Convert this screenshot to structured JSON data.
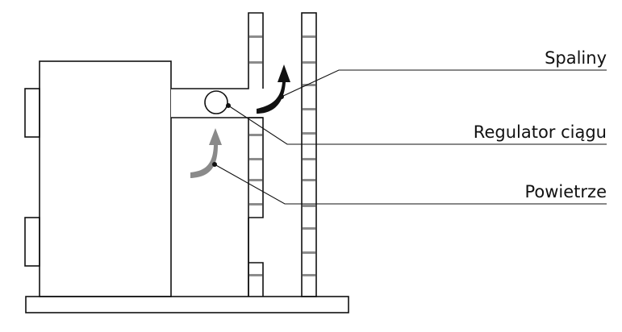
{
  "diagram": {
    "labels": {
      "flue_gas": "Spaliny",
      "draft_regulator": "Regulator ciągu",
      "air": "Powietrze"
    },
    "colors": {
      "line": "#111111",
      "boiler_light": "#f7f7f7",
      "boiler_dark": "#8c8c8c",
      "flue_arrow": "#111111",
      "air_arrow": "#8a8a8a",
      "brick_mark": "#8c8c8c"
    }
  }
}
